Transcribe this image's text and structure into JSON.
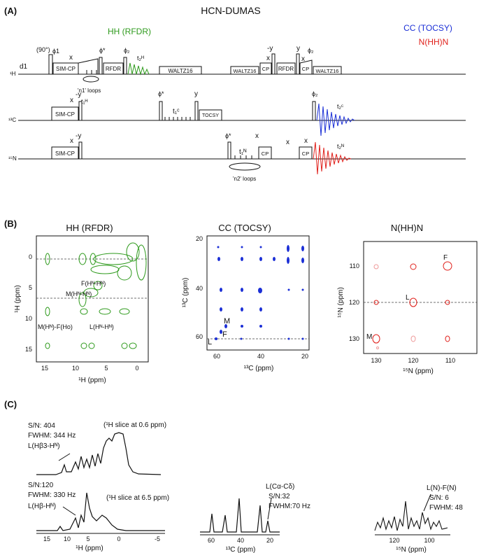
{
  "panel_a": {
    "label": "(A)",
    "title": "HCN-DUMAS",
    "hh_label": "HH (RFDR)",
    "cc_label": "CC (TOCSY)",
    "nhhn_label": "N(HH)N",
    "colors": {
      "green": "#2e9a1c",
      "blue": "#1b2fd6",
      "red": "#e0201b"
    },
    "channel_1h": "¹H",
    "channel_13c": "¹³C",
    "channel_15n": "¹⁵N",
    "d1": "d1",
    "pulse_90": "(90°)",
    "phi1": "ϕ1",
    "phi_star": "ϕ*",
    "phi2": "ϕ₂",
    "x": "x",
    "minus_y": "-y",
    "y": "y",
    "sim_cp": "SIM-CP",
    "rfdr": "RFDR",
    "waltz16": "WALTZ16",
    "cp": "CP",
    "tocsy": "TOCSY",
    "t1h": "t₁ᴴ",
    "t2h": "t₂ᴴ",
    "t1c": "t₁ᶜ",
    "t2c": "t₂ᶜ",
    "t1n": "t₁ᴺ",
    "t2n": "t₂ᴺ",
    "n1_loops": "'n1' loops",
    "n2_loops": "'n2' loops"
  },
  "panel_b": {
    "label": "(B)",
    "plots": [
      {
        "title": "HH (RFDR)",
        "xlabel": "¹H (ppm)",
        "ylabel": "¹H (ppm)",
        "xticks": [
          "15",
          "10",
          "5",
          "0"
        ],
        "yticks": [
          "0",
          "5",
          "10",
          "15"
        ],
        "annotations": [
          "M(Hᴺ-Hᴺ)",
          "F(Hᴺ-Hᴺ)",
          "M(Hᴺ)-F(Ho)",
          "L(Hᴺ-Hᴺ)"
        ]
      },
      {
        "title": "CC (TOCSY)",
        "xlabel": "¹³C (ppm)",
        "ylabel": "¹³C (ppm)",
        "xticks": [
          "60",
          "40",
          "20"
        ],
        "yticks": [
          "20",
          "40",
          "60"
        ],
        "annotations": [
          "M",
          "F",
          "L"
        ]
      },
      {
        "title": "N(HH)N",
        "xlabel": "¹⁵N (ppm)",
        "ylabel": "¹⁵N (ppm)",
        "xticks": [
          "130",
          "120",
          "110"
        ],
        "yticks": [
          "110",
          "120",
          "130"
        ],
        "annotations": [
          "F",
          "L",
          "M"
        ]
      }
    ]
  },
  "panel_c": {
    "label": "(C)",
    "top": {
      "sn": "S/N: 404",
      "fwhm": "FWHM: 344 Hz",
      "peak": "L(Hβ3-Hᴺ)",
      "slice": "(¹H slice at 0.6 ppm)"
    },
    "bottom": {
      "sn": "S/N:120",
      "fwhm": "FWHM: 330 Hz",
      "peak": "L(Hβ-Hᴺ)",
      "slice": "(¹H slice at 6.5 ppm)",
      "xlabel": "¹H (ppm)",
      "xticks": [
        "15",
        "10",
        "5",
        "0",
        "-5"
      ]
    },
    "carbon": {
      "peak": "L(Cα-Cδ)",
      "sn": "S/N:32",
      "fwhm": "FWHM:70 Hz",
      "xlabel": "¹³C (ppm)",
      "xticks": [
        "60",
        "40",
        "20"
      ]
    },
    "nitrogen": {
      "peak": "L(N)-F(N)",
      "sn": "S/N: 6",
      "fwhm": "FWHM: 48",
      "xlabel": "¹⁵N (ppm)",
      "xticks": [
        "120",
        "100"
      ]
    }
  }
}
